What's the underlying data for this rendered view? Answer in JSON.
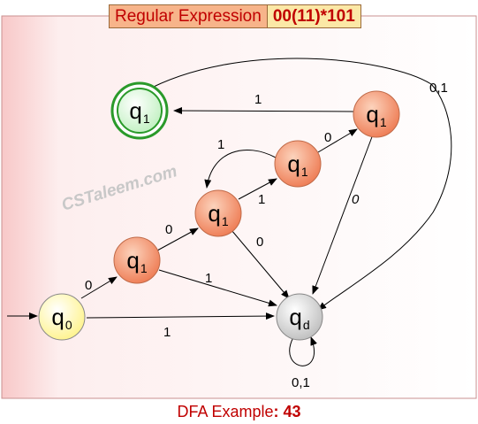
{
  "header": {
    "label": "Regular Expression",
    "value": "00(11)*101"
  },
  "watermark": "CSTaleem.com",
  "footer": {
    "prefix": "DFA Example",
    "number": "43"
  },
  "colors": {
    "start_state": "#ffffc0",
    "intermediate_state": "#f08a62",
    "final_state": "#d4f5d4",
    "final_ring": "#2a9a2a",
    "dead_state": "#d8d8d8",
    "panel_background": "#fce8e8",
    "title_red": "#c00000"
  },
  "states": [
    {
      "id": "q0",
      "label": "q",
      "sub": "0",
      "type": "start"
    },
    {
      "id": "qa",
      "label": "q",
      "sub": "1",
      "type": "intermediate"
    },
    {
      "id": "qb",
      "label": "q",
      "sub": "1",
      "type": "intermediate"
    },
    {
      "id": "qc",
      "label": "q",
      "sub": "1",
      "type": "intermediate"
    },
    {
      "id": "qe",
      "label": "q",
      "sub": "1",
      "type": "intermediate"
    },
    {
      "id": "qf",
      "label": "q",
      "sub": "1",
      "type": "final"
    },
    {
      "id": "qd",
      "label": "q",
      "sub": "d",
      "type": "dead"
    }
  ],
  "transitions": [
    {
      "from": "q0",
      "to": "qa",
      "label": "0"
    },
    {
      "from": "q0",
      "to": "qd",
      "label": "1"
    },
    {
      "from": "qa",
      "to": "qb",
      "label": "0"
    },
    {
      "from": "qa",
      "to": "qd",
      "label": "1"
    },
    {
      "from": "qb",
      "to": "qc",
      "label": "1"
    },
    {
      "from": "qb",
      "to": "qd",
      "label": "0"
    },
    {
      "from": "qc",
      "to": "qb",
      "label": "1"
    },
    {
      "from": "qc",
      "to": "qe",
      "label": "0"
    },
    {
      "from": "qe",
      "to": "qf",
      "label": "1"
    },
    {
      "from": "qe",
      "to": "qd",
      "label": "0"
    },
    {
      "from": "qf",
      "to": "qd",
      "label": "0,1"
    },
    {
      "from": "qd",
      "to": "qd",
      "label": "0,1"
    }
  ]
}
